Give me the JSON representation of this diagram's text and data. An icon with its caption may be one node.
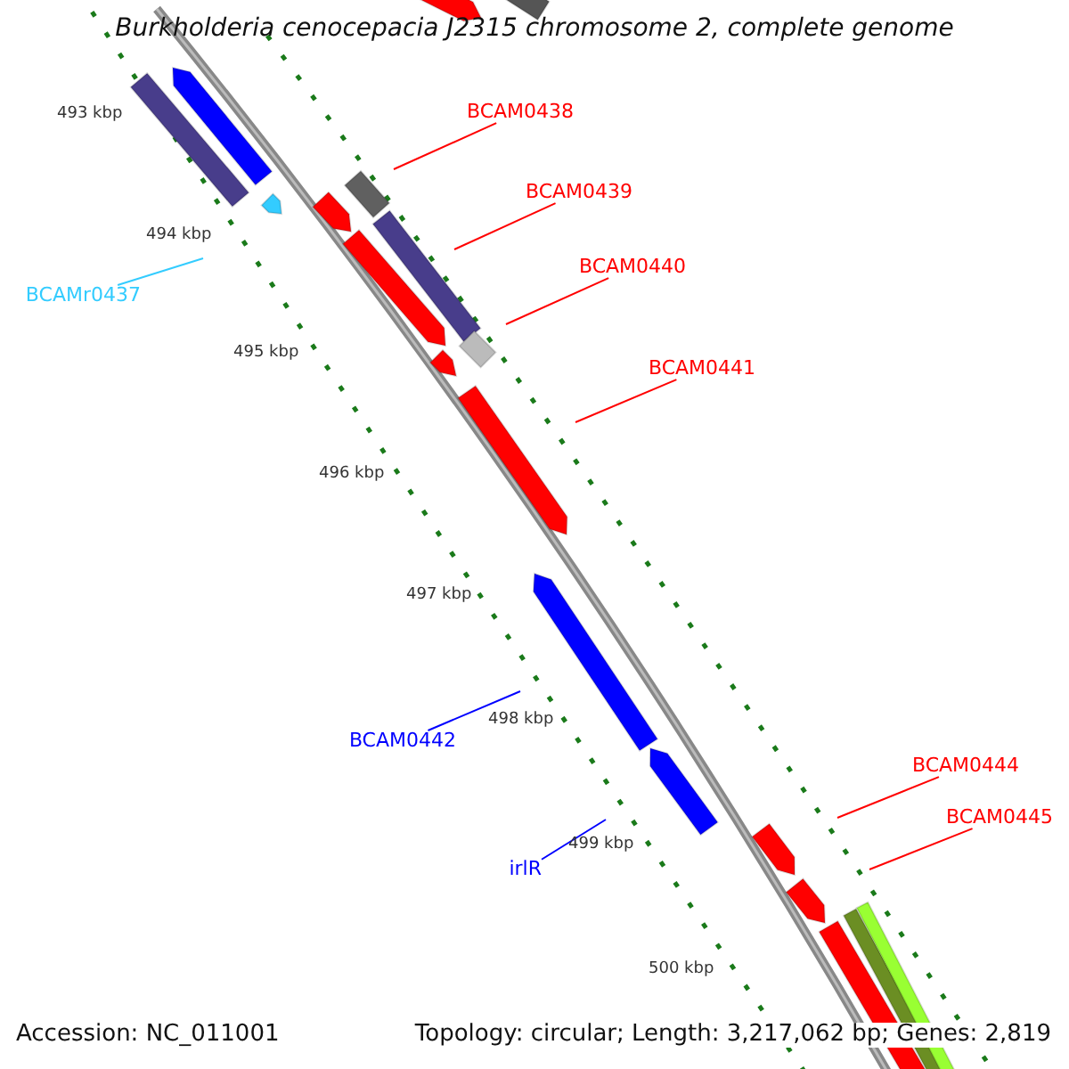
{
  "diagram": {
    "title": "Burkholderia cenocepacia J2315 chromosome 2, complete genome",
    "nodes": [
      {
        "text": [
          "BCAM0438"
        ]
      },
      {
        "text": [
          "BCAM0439"
        ]
      },
      {
        "text": [
          "BCAM0440"
        ]
      },
      {
        "text": [
          "BCAMr0437"
        ]
      },
      {
        "text": [
          "BCAM0441"
        ]
      },
      {
        "text": [
          "BCAM0442"
        ]
      },
      {
        "text": [
          "BCAM0444"
        ]
      },
      {
        "text": [
          "BCAM0445"
        ]
      },
      {
        "text": [
          "irlR"
        ]
      }
    ],
    "edges": [
      {
        "from": 0,
        "to": null,
        "arrow": "none"
      },
      {
        "from": 1,
        "to": null,
        "arrow": "none"
      },
      {
        "from": 2,
        "to": null,
        "arrow": "none"
      },
      {
        "from": 3,
        "to": null,
        "arrow": "none",
        "color": "#33ccff"
      },
      {
        "from": 4,
        "to": null,
        "arrow": "none"
      },
      {
        "from": 5,
        "to": null,
        "arrow": "none",
        "color": "#0000ff"
      },
      {
        "from": 6,
        "to": null,
        "arrow": "none"
      },
      {
        "from": 7,
        "to": null,
        "arrow": "none"
      },
      {
        "from": 8,
        "to": null,
        "arrow": "none",
        "color": "#0000ff"
      }
    ],
    "labels": [
      "493 kbp",
      "494 kbp",
      "495 kbp",
      "496 kbp",
      "497 kbp",
      "498 kbp",
      "499 kbp",
      "500 kbp",
      "Accession: NC_011001",
      "Topology: circular; Length: 3,217,062 bp; Genes: 2,819"
    ]
  }
}
